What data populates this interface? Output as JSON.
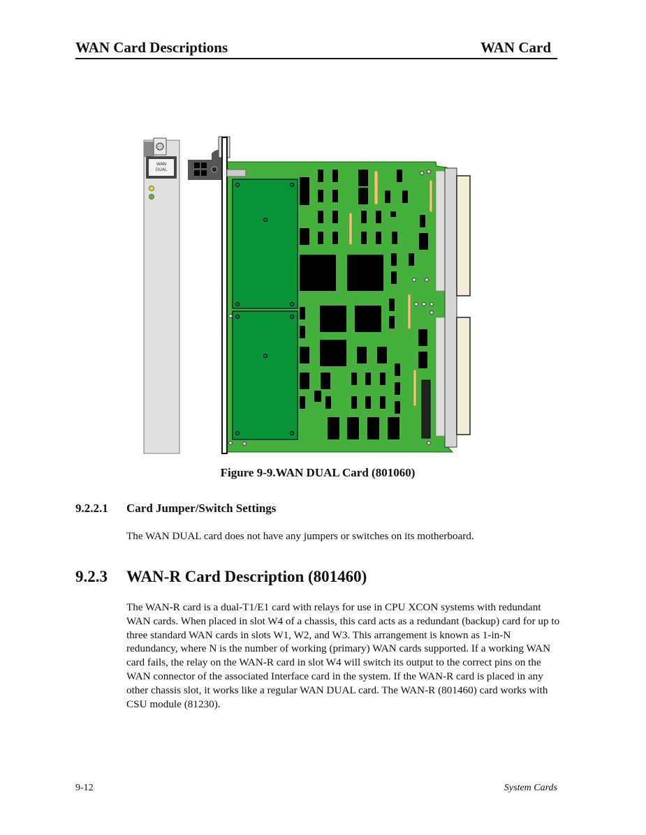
{
  "header": {
    "left": "WAN Card Descriptions",
    "right": "WAN Card"
  },
  "figure": {
    "caption": "Figure 9-9.WAN DUAL Card (801060)",
    "faceplate_label_line1": "WAN",
    "faceplate_label_line2": "DUAL",
    "colors": {
      "board": "#46b03c",
      "daughter": "#0a9438",
      "faceplate": "#e0e0e0",
      "connector": "#f3edd6",
      "gold": "#e8c878"
    }
  },
  "section1": {
    "number": "9.2.2.1",
    "title": "Card Jumper/Switch Settings",
    "body": "The WAN DUAL card does not have any jumpers or switches on its motherboard."
  },
  "section2": {
    "number": "9.2.3",
    "title": "WAN-R Card Description (801460)",
    "body": "The WAN-R card is a dual-T1/E1 card with relays for use in CPU XCON systems with redundant WAN cards. When placed in slot W4 of a chassis, this card acts as a redundant (backup) card for up to three standard WAN cards in slots W1, W2, and W3. This arrangement is known as 1-in-N redundancy, where N is the number of working (primary) WAN cards supported. If a working WAN card fails, the relay on the WAN-R card in slot W4 will switch its output to the correct pins on the WAN connector of the associated Interface card in the system. If the WAN-R card is placed in any other chassis slot, it works like a regular WAN DUAL card. The WAN-R (801460) card works with CSU module (81230)."
  },
  "footer": {
    "page": "9-12",
    "section": "System Cards"
  }
}
